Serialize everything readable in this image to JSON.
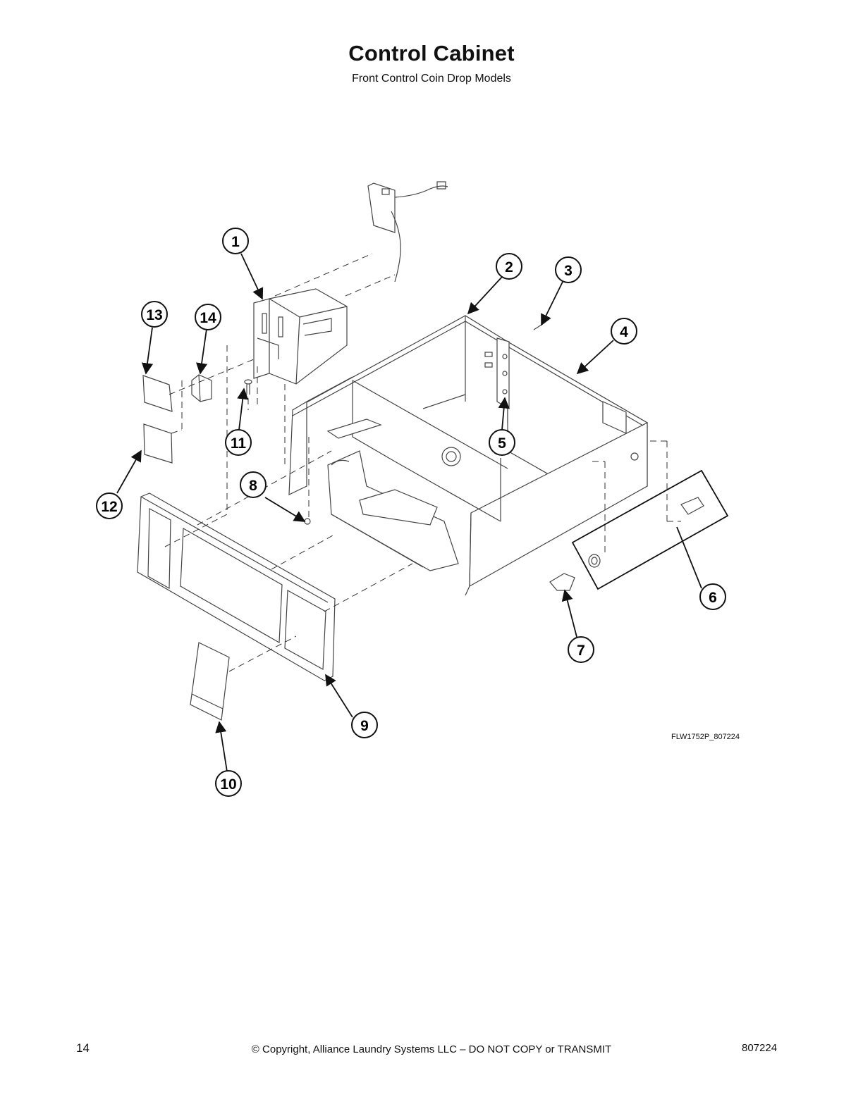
{
  "header": {
    "title": "Control Cabinet",
    "subtitle": "Front Control Coin Drop Models"
  },
  "diagram": {
    "drawing_id": "FLW1752P_807224",
    "callouts": [
      "1",
      "2",
      "3",
      "4",
      "5",
      "6",
      "7",
      "8",
      "9",
      "10",
      "11",
      "12",
      "13",
      "14"
    ]
  },
  "footer": {
    "page_number": "14",
    "copyright": "© Copyright, Alliance Laundry Systems LLC – DO NOT COPY or TRANSMIT",
    "doc_number": "807224"
  }
}
